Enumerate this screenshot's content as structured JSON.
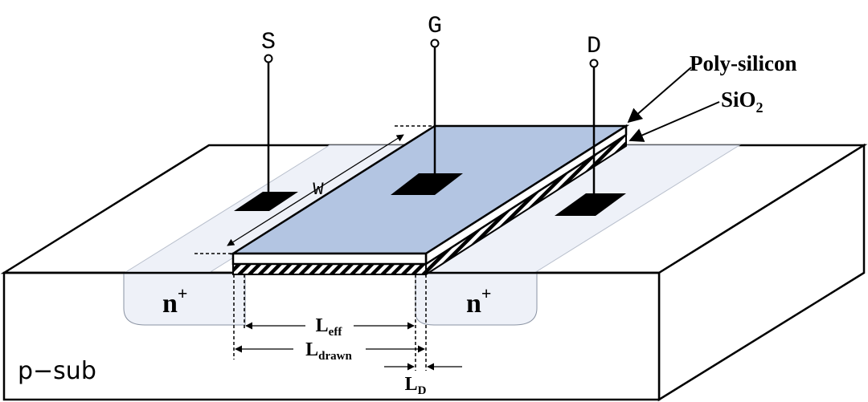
{
  "terminals": {
    "source": "S",
    "gate": "G",
    "drain": "D"
  },
  "callouts": {
    "poly": "Poly-silicon",
    "oxide_main": "SiO",
    "oxide_sub": "2"
  },
  "regions": {
    "n_left_main": "n",
    "n_left_sup": "+",
    "n_right_main": "n",
    "n_right_sup": "+",
    "substrate": "p−sub"
  },
  "dimensions": {
    "width": "W",
    "leff_main": "L",
    "leff_sub": "eff",
    "ldrawn_main": "L",
    "ldrawn_sub": "drawn",
    "ld_main": "L",
    "ld_sub": "D"
  },
  "colors": {
    "poly_fill": "#b3c5e2",
    "diffusion_fill": "#eef1f8",
    "contact_fill": "#000000",
    "outline": "#000000"
  }
}
